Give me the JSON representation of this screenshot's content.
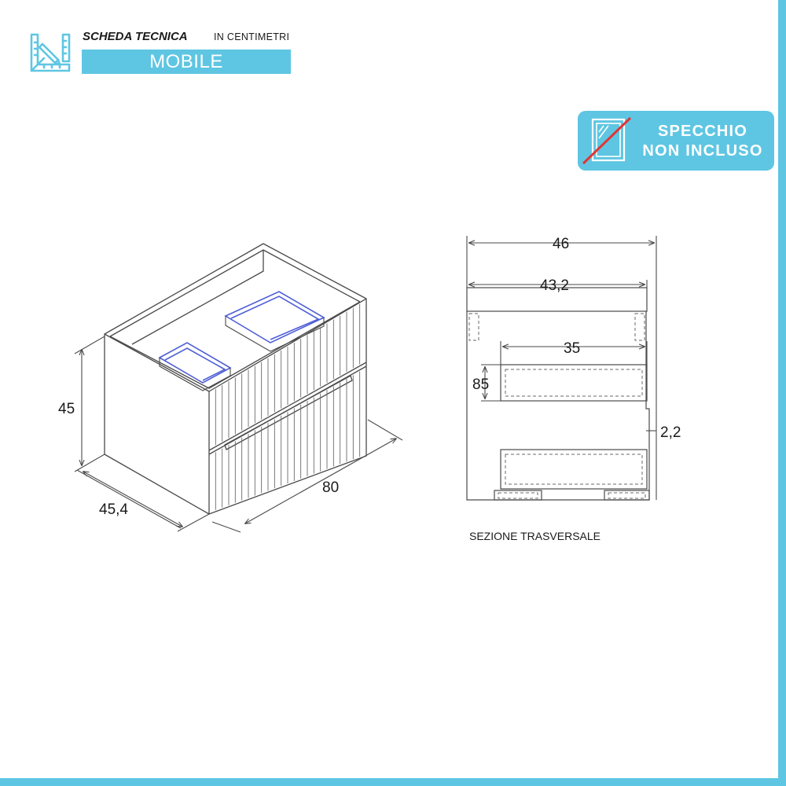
{
  "header": {
    "title": "SCHEDA TECNICA",
    "unit": "IN CENTIMETRI",
    "banner": "MOBILE"
  },
  "badge": {
    "line1": "SPECCHIO",
    "line2": "NON INCLUSO",
    "icon": "mirror-crossed-icon"
  },
  "isometric_view": {
    "height_label": "45",
    "depth_label": "45,4",
    "width_label": "80"
  },
  "section_view": {
    "total_depth_label": "46",
    "inner_depth_label": "43,2",
    "drawer_depth_label": "35",
    "drawer_height_label": "85",
    "panel_thickness_label": "2,2",
    "caption": "SEZIONE TRASVERSALE"
  },
  "colors": {
    "accent": "#5ec6e2",
    "line": "#4a4a4a",
    "text": "#1a1a1a",
    "highlight": "#4f5fd6",
    "cross": "#e03535"
  }
}
